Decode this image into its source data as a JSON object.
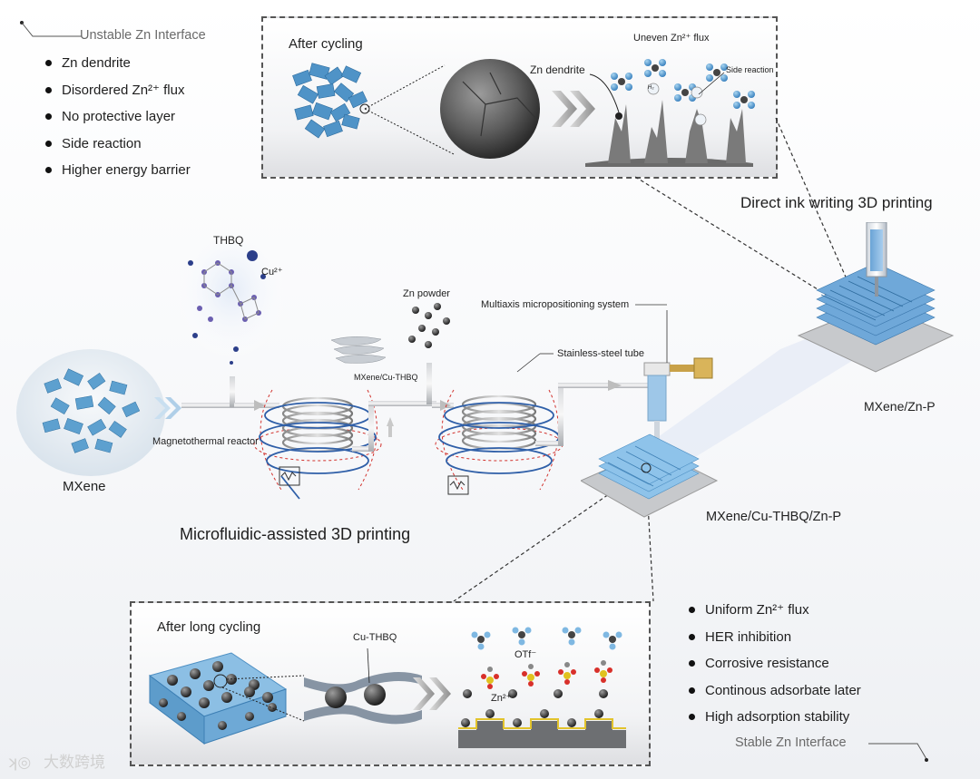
{
  "unstable": {
    "title": "Unstable Zn Interface",
    "bullets": [
      "Zn dendrite",
      "Disordered Zn²⁺ flux",
      "No protective layer",
      "Side reaction",
      "Higher energy barrier"
    ]
  },
  "top_panel": {
    "title": "After cycling",
    "flux_label": "Uneven Zn²⁺ flux",
    "dendrite_label": "Zn dendrite",
    "side_reaction_label": "Side reaction",
    "h2_label": "H₂"
  },
  "direct_ink_label": "Direct ink writing 3D printing",
  "mxene_zn_p_label": "MXene/Zn-P",
  "thbq_label": "THBQ",
  "cu_label": "Cu²⁺",
  "zn_powder_label": "Zn powder",
  "multiaxis_label": "Multiaxis micropositioning system",
  "stainless_label": "Stainless-steel tube",
  "mxene_cu_thbq_label": "MXene/Cu-THBQ",
  "magnetothermal_label": "Magnetothermal reactor",
  "mxene_label": "MXene",
  "microfluidic_label": "Microfluidic-assisted 3D printing",
  "product_label": "MXene/Cu-THBQ/Zn-P",
  "bottom_panel": {
    "title": "After long cycling",
    "cu_thbq_label": "Cu-THBQ",
    "otf_label": "OTf⁻",
    "zn_ion_label": "Zn²⁺"
  },
  "stable": {
    "title": "Stable Zn Interface",
    "bullets": [
      "Uniform Zn²⁺ flux",
      "HER inhibition",
      "Corrosive resistance",
      "Continous adsorbate later",
      "High adsorption stability"
    ]
  },
  "watermark": "大数跨境",
  "colors": {
    "mxene_blue": "#4f93c7",
    "dendrite_gray": "#6b6b6b",
    "field_red": "#d2322d",
    "coil_blue": "#2f5fa8",
    "zn_sphere": "#3a3a3a",
    "thbq_purple": "#6b5fb0"
  }
}
